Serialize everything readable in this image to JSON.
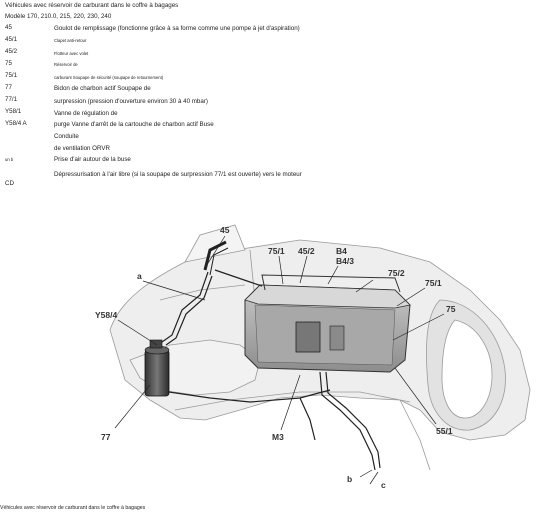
{
  "header": {
    "title": "Véhicules avec réservoir de carburant dans le coffre à bagages",
    "models": "Modèle 170, 210.0, 215, 220, 230, 240"
  },
  "legend": [
    {
      "code": "45",
      "text": "Goulot de remplissage (fonctionne grâce à sa forme comme une pompe à jet d'aspiration)"
    },
    {
      "code": "45/1",
      "text": "Clapet anti-retour"
    },
    {
      "code": "45/2",
      "text": "Flotteur avec volet"
    },
    {
      "code": "75",
      "text": "Réservoir de"
    },
    {
      "code": "75/1",
      "text": "carburant Soupape de sécurité (soupape de retournement)"
    },
    {
      "code": "77",
      "text": "Bidon de charbon actif Soupape de"
    },
    {
      "code": "77/1",
      "text": "surpression (pression d'ouverture environ 30 à 40 mbar)"
    },
    {
      "code": "Y58/1",
      "text": "Vanne de régulation de"
    },
    {
      "code": "Y58/4 A",
      "text": "purge Vanne d'arrêt de la cartouche de charbon actif Buse"
    },
    {
      "code": "",
      "text": "Conduite"
    },
    {
      "code": "",
      "text": "de ventilation ORVR"
    },
    {
      "code": "un b",
      "text": "Prise d'air autour de la buse"
    },
    {
      "code": "",
      "text": "Dépressurisation à l'air libre (si la soupape de surpression 77/1 est ouverte) vers le moteur"
    },
    {
      "code": "CD",
      "text": ""
    }
  ],
  "diagram": {
    "labels": {
      "l45": "45",
      "l751a": "75/1",
      "l452": "45/2",
      "lB4": "B4",
      "lB43": "B4/3",
      "l752": "75/2",
      "l751b": "75/1",
      "l75": "75",
      "la": "a",
      "lY584": "Y58/4",
      "l77": "77",
      "lM3": "M3",
      "l551": "55/1",
      "lb": "b",
      "lc": "c"
    }
  },
  "footer": {
    "caption": "Véhicules avec réservoir de carburant dans le coffre à bagages"
  },
  "colors": {
    "text": "#222222",
    "line": "#333333",
    "body_shade": "#e6e6e6"
  }
}
